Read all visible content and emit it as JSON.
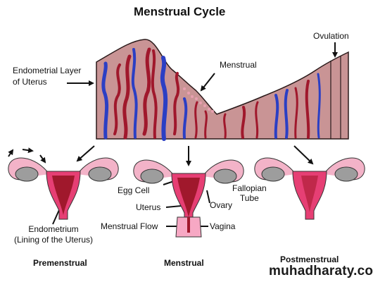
{
  "title": "Menstrual Cycle",
  "labels": {
    "endometrial_layer": [
      "Endometrial Layer",
      "of Uterus"
    ],
    "menstrual": "Menstrual",
    "ovulation": "Ovulation",
    "egg_cell": "Egg Cell",
    "uterus": "Uterus",
    "menstrual_flow": "Menstrual Flow",
    "vagina": "Vagina",
    "fallopian_tube": [
      "Fallopian",
      "Tube"
    ],
    "ovary": "Ovary",
    "endometrium": [
      "Endometrium",
      "(Lining of the Uterus)"
    ]
  },
  "phases": {
    "premenstrual": "Premenstrual",
    "menstrual": "Menstrual",
    "postmenstrual": "Postmenstrual"
  },
  "watermark": "muhadharaty.com",
  "colors": {
    "tissue": "#c99495",
    "tissue_outline": "#2a1a1a",
    "vessel_red": "#a0182c",
    "vessel_blue": "#2b3fc4",
    "uterus_pink": "#e63f74",
    "tube_pink": "#f3b3c8",
    "ovary_gray": "#9d9d9d"
  }
}
